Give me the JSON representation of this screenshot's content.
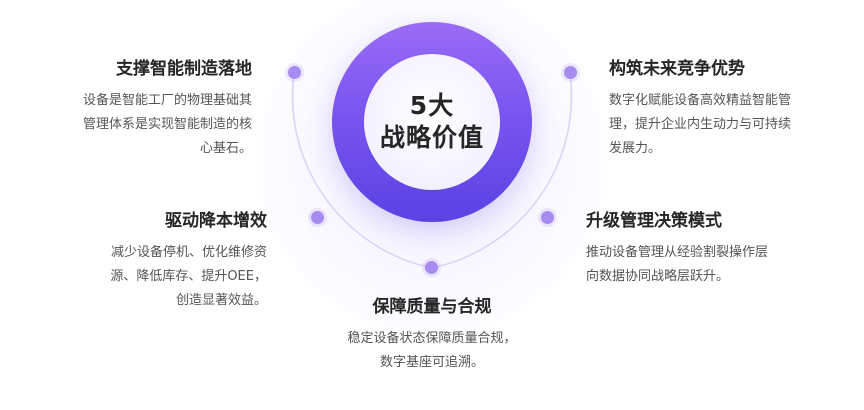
{
  "center": {
    "line1": "5大",
    "line2": "战略价值"
  },
  "items": [
    {
      "title": "支撑智能制造落地",
      "desc": [
        "设备是智能工厂的物理基础其",
        "管理体系是实现智能制造的核",
        "心基石。"
      ]
    },
    {
      "title": "构筑未来竞争优势",
      "desc": [
        "数字化赋能设备高效精益智能管",
        "理，提升企业内生动力与可持续",
        "发展力。"
      ]
    },
    {
      "title": "驱动降本增效",
      "desc": [
        "减少设备停机、优化维修资",
        "源、降低库存、提升OEE，",
        "创造显著效益。"
      ]
    },
    {
      "title": "升级管理决策模式",
      "desc": [
        "推动设备管理从经验割裂操作层",
        "向数据协同战略层跃升。"
      ]
    },
    {
      "title": "保障质量与合规",
      "desc": [
        "稳定设备状态保障质量合规，",
        "数字基座可追溯。"
      ]
    }
  ],
  "colors": {
    "accent": "#7a55ef",
    "dot": "#a68cf0",
    "arc": "#d9d2f7"
  }
}
